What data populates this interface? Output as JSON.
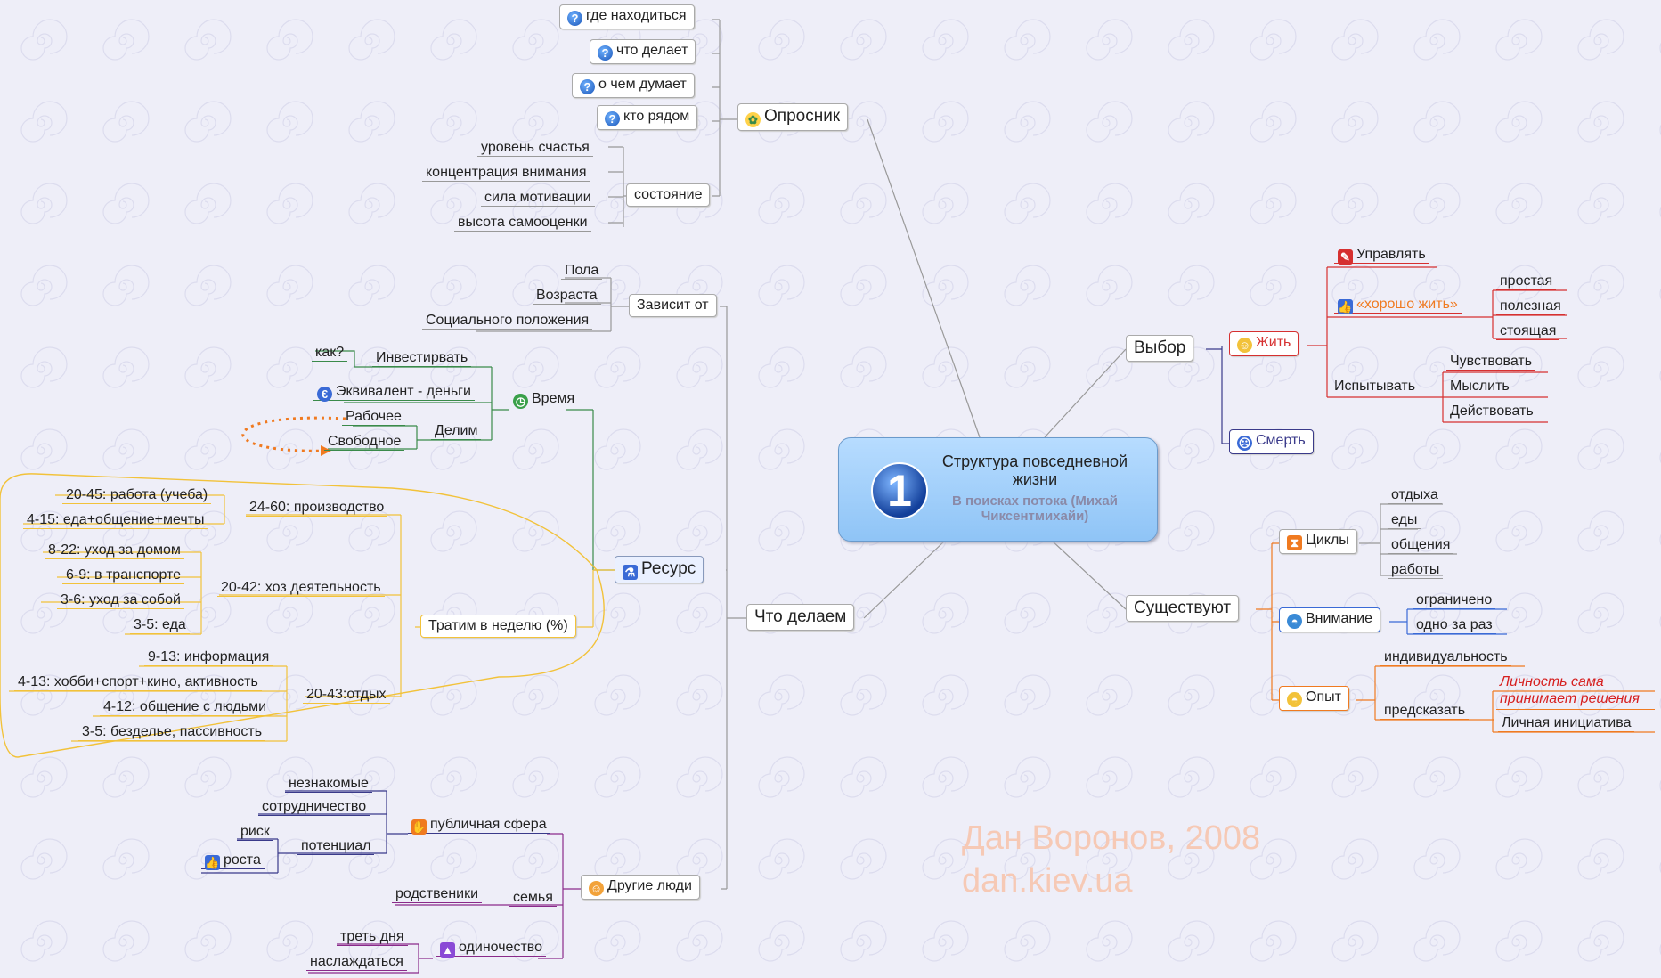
{
  "central": {
    "number": "1",
    "title": "Структура повседневной жизни",
    "subtitle": "В поисках потока (Михай Чиксентмихайи)"
  },
  "watermark": {
    "line1": "Дан Воронов, 2008",
    "line2": "dan.kiev.ua"
  },
  "oprosnik": {
    "label": "Опросник",
    "q1": "где находиться",
    "q2": "что делает",
    "q3": "о чем думает",
    "q4": "кто рядом",
    "state": "состояние",
    "s1": "уровень счастья",
    "s2": "концентрация внимания",
    "s3": "сила мотивации",
    "s4": "высота самооценки"
  },
  "chto_delaem": {
    "label": "Что делаем",
    "zavisit": {
      "label": "Зависит от",
      "items": [
        "Пола",
        "Возраста",
        "Социального положения"
      ]
    },
    "resurs": {
      "label": "Ресурс",
      "vremya": {
        "label": "Время",
        "invest": "Инвестирвать",
        "kak": "как?",
        "equiv": "Эквивалент - деньги",
        "delim": "Делим",
        "work": "Рабочее",
        "free": "Свободное"
      },
      "tratim": {
        "label": "Тратим в неделю (%)",
        "proizv": "24-60: производство",
        "proizv_items": [
          "20-45: работа (учеба)",
          "4-15: еда+общение+мечты"
        ],
        "hoz": "20-42: хоз деятельность",
        "hoz_items": [
          "8-22: уход за домом",
          "6-9: в транспорте",
          "3-6: уход за собой",
          "3-5: еда"
        ],
        "otdyh": "20-43:отдых",
        "otdyh_items": [
          "9-13: информация",
          "4-13: хобби+спорт+кино, активность",
          "4-12: общение с людьми",
          "3-5: безделье, пассивность"
        ]
      }
    },
    "people": {
      "label": "Другие люди",
      "public": "публичная сфера",
      "public_items": [
        "незнакомые",
        "сотрудничество",
        "потенциал"
      ],
      "risk": "риск",
      "growth": "роста",
      "family": "семья",
      "relatives": "родственики",
      "alone": "одиночество",
      "alone_items": [
        "треть дня",
        "наслаждаться"
      ]
    }
  },
  "vybor": {
    "label": "Выбор",
    "zhit": "Жить",
    "upravlyat": "Управлять",
    "horosho": "«хорошо жить»",
    "horosho_items": [
      "простая",
      "полезная",
      "стоящая"
    ],
    "ispytyvat": "Испытывать",
    "ispytyvat_items": [
      "Чувствовать",
      "Мыслить",
      "Действовать"
    ],
    "smert": "Смерть"
  },
  "sushch": {
    "label": "Существуют",
    "cikly": "Циклы",
    "cikly_items": [
      "отдыха",
      "еды",
      "общения",
      "работы"
    ],
    "vnimanie": "Внимание",
    "vnimanie_items": [
      "ограничено",
      "одно за раз"
    ],
    "opyt": "Опыт",
    "individ": "индивидуальность",
    "predskaz": "предсказать",
    "lichnost": "Личность сама принимает решения",
    "iniciativa": "Личная инициатива"
  },
  "colors": {
    "green": "#3a8a4a",
    "yellow": "#f2c23a",
    "navy": "#3a3a8a",
    "purple": "#8a2a8a",
    "red": "#d63030",
    "blue": "#3a6ad6",
    "orange": "#f07a20",
    "grey": "#999999"
  }
}
